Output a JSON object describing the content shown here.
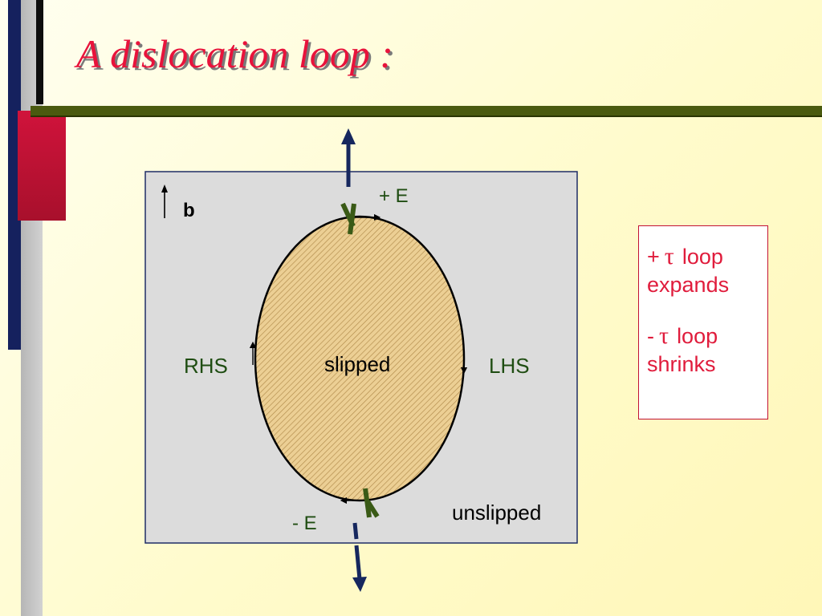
{
  "slide": {
    "title": "A dislocation loop :"
  },
  "diagram": {
    "burgers_label": "b",
    "top_label": "+ E",
    "bottom_label": "- E",
    "left_label": "RHS",
    "right_label": "LHS",
    "inside_label": "slipped",
    "outside_label": "unslipped"
  },
  "legend": {
    "line1_sign": "+",
    "line1_symbol": "τ",
    "line1_text": "loop expands",
    "line2_sign": "-",
    "line2_symbol": "τ",
    "line2_text": "loop shrinks"
  },
  "colors": {
    "title": "#e8133b",
    "label_green": "#1f4d12",
    "arrow_navy": "#16275e",
    "dislocation_green": "#3a5a16",
    "panel_grey": "#dcdcdc",
    "loop_fill": "#e8c98c"
  }
}
